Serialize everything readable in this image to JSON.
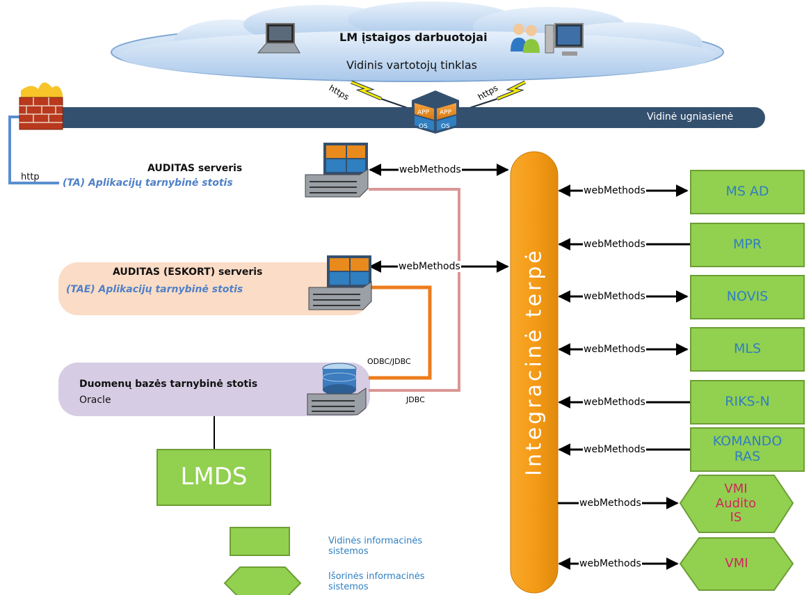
{
  "cloud": {
    "title": "LM įstaigos darbuotojai",
    "subtitle": "Vidinis vartotojų tinklas",
    "protocol_left": "https",
    "protocol_right": "https"
  },
  "firewall": {
    "label": "Vidinė ugniasienė",
    "link_label": "http"
  },
  "servers": {
    "auditas_title": "AUDITAS serveris",
    "auditas_sub": "(TA) Aplikacijų tarnybinė stotis",
    "eskort_title": "AUDITAS (ESKORT) serveris",
    "eskort_sub": "(TAE) Aplikacijų tarnybinė stotis",
    "db_title": "Duomenų bazės tarnybinė stotis",
    "db_sub": "Oracle",
    "app_tag": "APP",
    "os_tag": "OS"
  },
  "links": {
    "webmethods": "webMethods",
    "odbc": "ODBC/JDBC",
    "jdbc": "JDBC"
  },
  "bus": {
    "label": "Integracinė terpė"
  },
  "systems": [
    {
      "label": "MS AD"
    },
    {
      "label": "MPR"
    },
    {
      "label": "NOVIS"
    },
    {
      "label": "MLS"
    },
    {
      "label": "RIKS-N"
    },
    {
      "label": "KOMANDO RAS"
    }
  ],
  "external": [
    {
      "label": "VMI Audito IS"
    },
    {
      "label": "VMI"
    }
  ],
  "lmds": {
    "label": "LMDS"
  },
  "legend": {
    "internal": "Vidinės informacinės sistemos",
    "external": "Išorinės informacinės sistemos"
  },
  "colors": {
    "internal_fill": "#92d050",
    "bus_fill": "#f59b17",
    "firewall_bar": "#34506f",
    "eskort_bg": "#fbdcc6",
    "db_bg": "#d6cce3",
    "cloud_fill": "#c8ddf2"
  }
}
